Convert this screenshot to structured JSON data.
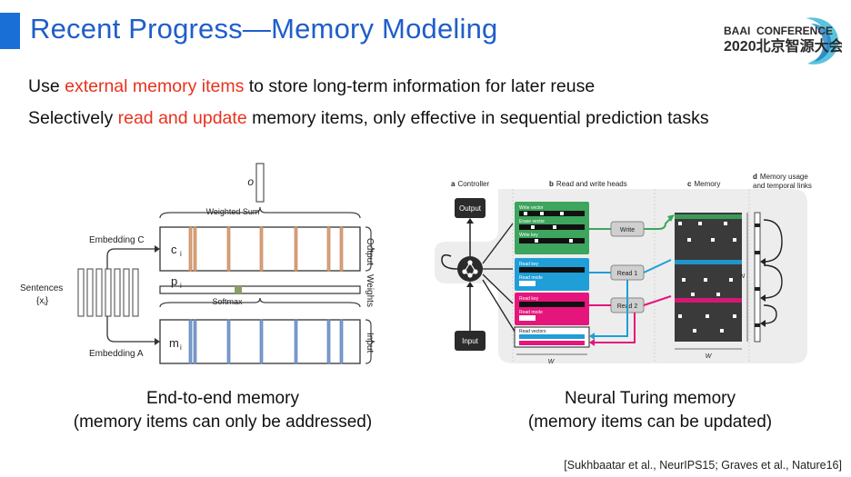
{
  "slide": {
    "title": "Recent Progress—Memory Modeling",
    "logo": {
      "brand": "BAAI",
      "word": "CONFERENCE",
      "year_name": "2020北京智源大会"
    },
    "line1": {
      "pre": "Use ",
      "highlight": "external memory items",
      "post": " to store long-term information for later reuse"
    },
    "line2": {
      "pre": "Selectively ",
      "highlight": "read and update",
      "post": " memory items, only effective in sequential prediction tasks"
    },
    "highlight_color": "#e8321d",
    "title_color": "#1f5ec9",
    "left_caption": {
      "line1": "End-to-end memory",
      "line2": "(memory items can only be addressed)"
    },
    "right_caption": {
      "line1": "Neural Turing memory",
      "line2": "(memory items can be updated)"
    },
    "reference": "[Sukhbaatar et al., NeurIPS15; Graves et al., Nature16]"
  },
  "memnn_figure": {
    "sentences_label": "Sentences",
    "sentences_var": "{x",
    "sentences_sub": "i",
    "sentences_close": "}",
    "embedding_c": "Embedding C",
    "embedding_a": "Embedding A",
    "c_var": "c",
    "m_var": "m",
    "p_var": "p",
    "var_sub": "i",
    "o_var": "o",
    "weighted_sum": "Weighted Sum",
    "softmax": "Softmax",
    "output_label": "Output",
    "weights_label": "Weights",
    "input_label": "Input"
  },
  "ntm_figure": {
    "a_letter": "a",
    "a_title": "Controller",
    "b_letter": "b",
    "b_title": "Read and write heads",
    "c_letter": "c",
    "c_title": "Memory",
    "d_letter": "d",
    "d_title_1": "Memory usage",
    "d_title_2": "and temporal links",
    "output": "Output",
    "input": "Input",
    "write_vector": "Write vector",
    "erase_vector": "Erase vector",
    "write_key": "Write key",
    "read_key": "Read key",
    "read_mode": "Read mode",
    "read_vectors": "Read vectors",
    "write": "Write",
    "read1": "Read 1",
    "read2": "Read 2",
    "w_label": "W",
    "n_label": "N"
  }
}
